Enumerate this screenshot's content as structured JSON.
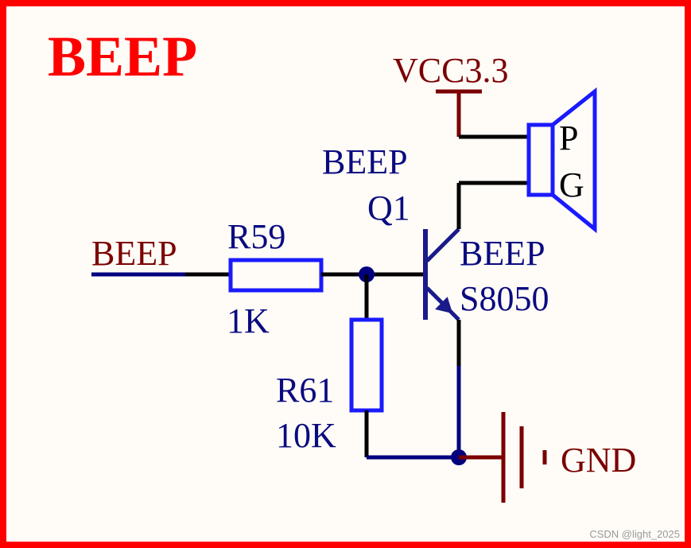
{
  "title": "BEEP",
  "net_input": "BEEP",
  "power": {
    "label": "VCC3.3"
  },
  "ground": {
    "label": "GND"
  },
  "r59": {
    "designator": "R59",
    "value": "1K"
  },
  "r61": {
    "designator": "R61",
    "value": "10K"
  },
  "q1": {
    "comment": "BEEP",
    "designator": "Q1",
    "part_comment": "BEEP",
    "part_number": "S8050"
  },
  "buzzer": {
    "pin_p": "P",
    "pin_g": "G"
  },
  "watermark": "CSDN @light_2025",
  "colors": {
    "border": "#ff0000",
    "title": "#ff0000",
    "net_label": "#7b0000",
    "component": "#1a1aff",
    "component_text": "#0a0a80",
    "wire": "#000000",
    "bus_blue": "#00007f",
    "junction": "#00007f",
    "power": "#7b0000"
  }
}
